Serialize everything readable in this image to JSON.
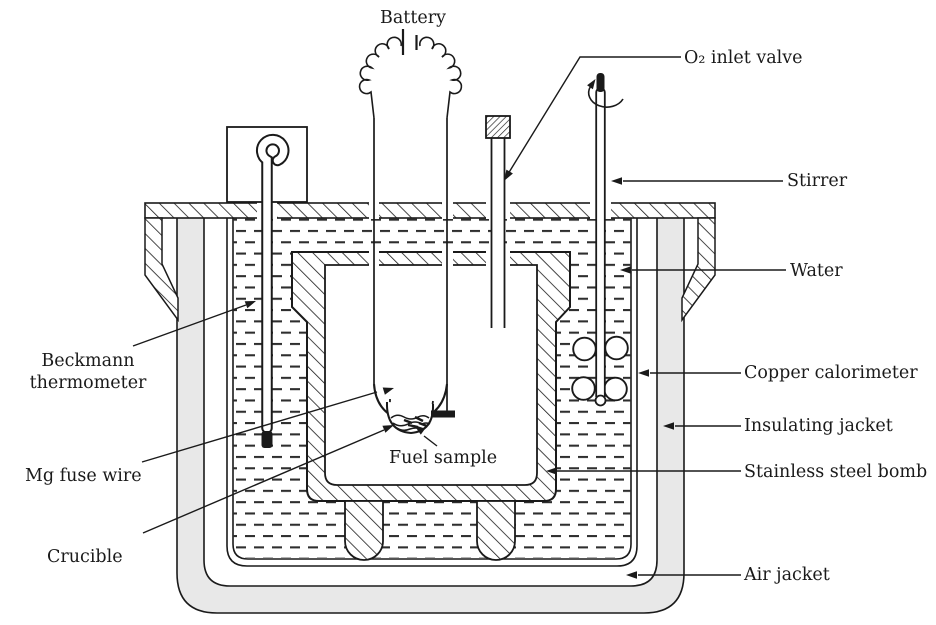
{
  "diagram": {
    "title_hint": "Bomb calorimeter apparatus",
    "labels": {
      "battery": "Battery",
      "o2_inlet_valve": "O₂ inlet valve",
      "stirrer": "Stirrer",
      "water": "Water",
      "copper_calorimeter": "Copper calorimeter",
      "insulating_jacket": "Insulating jacket",
      "stainless_steel_bomb": "Stainless steel bomb",
      "air_jacket": "Air jacket",
      "beckmann_line1": "Beckmann",
      "beckmann_line2": "thermometer",
      "mg_fuse_wire": "Mg fuse wire",
      "crucible": "Crucible",
      "fuel_sample": "Fuel sample"
    },
    "colors": {
      "line": "#1a1a1a",
      "jacket_fill": "#e8e8e8",
      "water_dash": "#2e2e2e",
      "background": "#ffffff"
    }
  }
}
